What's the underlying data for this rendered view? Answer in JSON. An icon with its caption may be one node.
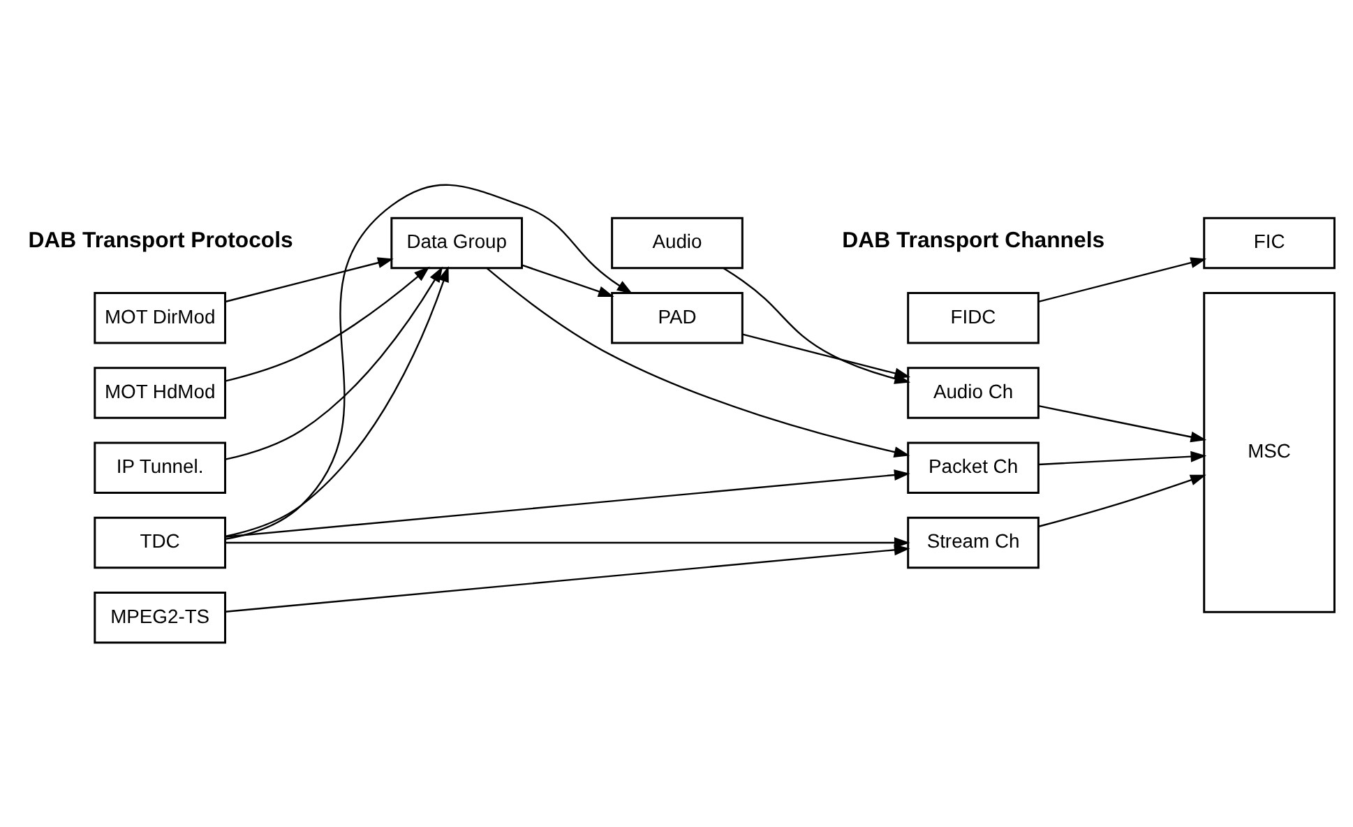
{
  "diagram": {
    "nodes": [
      {
        "text": [
          "FIDC"
        ]
      },
      {
        "text": [
          "FIC"
        ]
      },
      {
        "text": [
          "Audio"
        ]
      },
      {
        "text": [
          "PAD"
        ]
      },
      {
        "text": [
          "Audio Ch"
        ]
      },
      {
        "text": [
          "MOT DirMod"
        ]
      },
      {
        "text": [
          "Data Group"
        ]
      },
      {
        "text": [
          "Packet Ch"
        ]
      },
      {
        "text": [
          "MSC"
        ]
      },
      {
        "text": [
          "MOT HdMod"
        ]
      },
      {
        "text": [
          "IP Tunnel."
        ]
      },
      {
        "text": [
          "TDC"
        ]
      },
      {
        "text": [
          "Stream Ch"
        ]
      },
      {
        "text": [
          "MPEG2-TS"
        ]
      }
    ],
    "edges": [
      {
        "from": 0,
        "to": 1,
        "arrow": "to"
      },
      {
        "from": 2,
        "to": 4,
        "arrow": "to"
      },
      {
        "from": 3,
        "to": 4,
        "arrow": "to"
      },
      {
        "from": 4,
        "to": 8,
        "arrow": "to"
      },
      {
        "from": 6,
        "to": 3,
        "arrow": "to"
      },
      {
        "from": 11,
        "to": 3,
        "arrow": "to"
      },
      {
        "from": 5,
        "to": 6,
        "arrow": "to"
      },
      {
        "from": 9,
        "to": 6,
        "arrow": "to"
      },
      {
        "from": 10,
        "to": 6,
        "arrow": "to"
      },
      {
        "from": 11,
        "to": 6,
        "arrow": "to"
      },
      {
        "from": 6,
        "to": 7,
        "arrow": "to"
      },
      {
        "from": 11,
        "to": 7,
        "arrow": "to"
      },
      {
        "from": 7,
        "to": 8,
        "arrow": "to"
      },
      {
        "from": 11,
        "to": 12,
        "arrow": "to"
      },
      {
        "from": 13,
        "to": 12,
        "arrow": "to"
      },
      {
        "from": 12,
        "to": 8,
        "arrow": "to"
      }
    ],
    "labels": [
      "DAB Transport Protocols",
      "DAB Transport Channels"
    ]
  }
}
